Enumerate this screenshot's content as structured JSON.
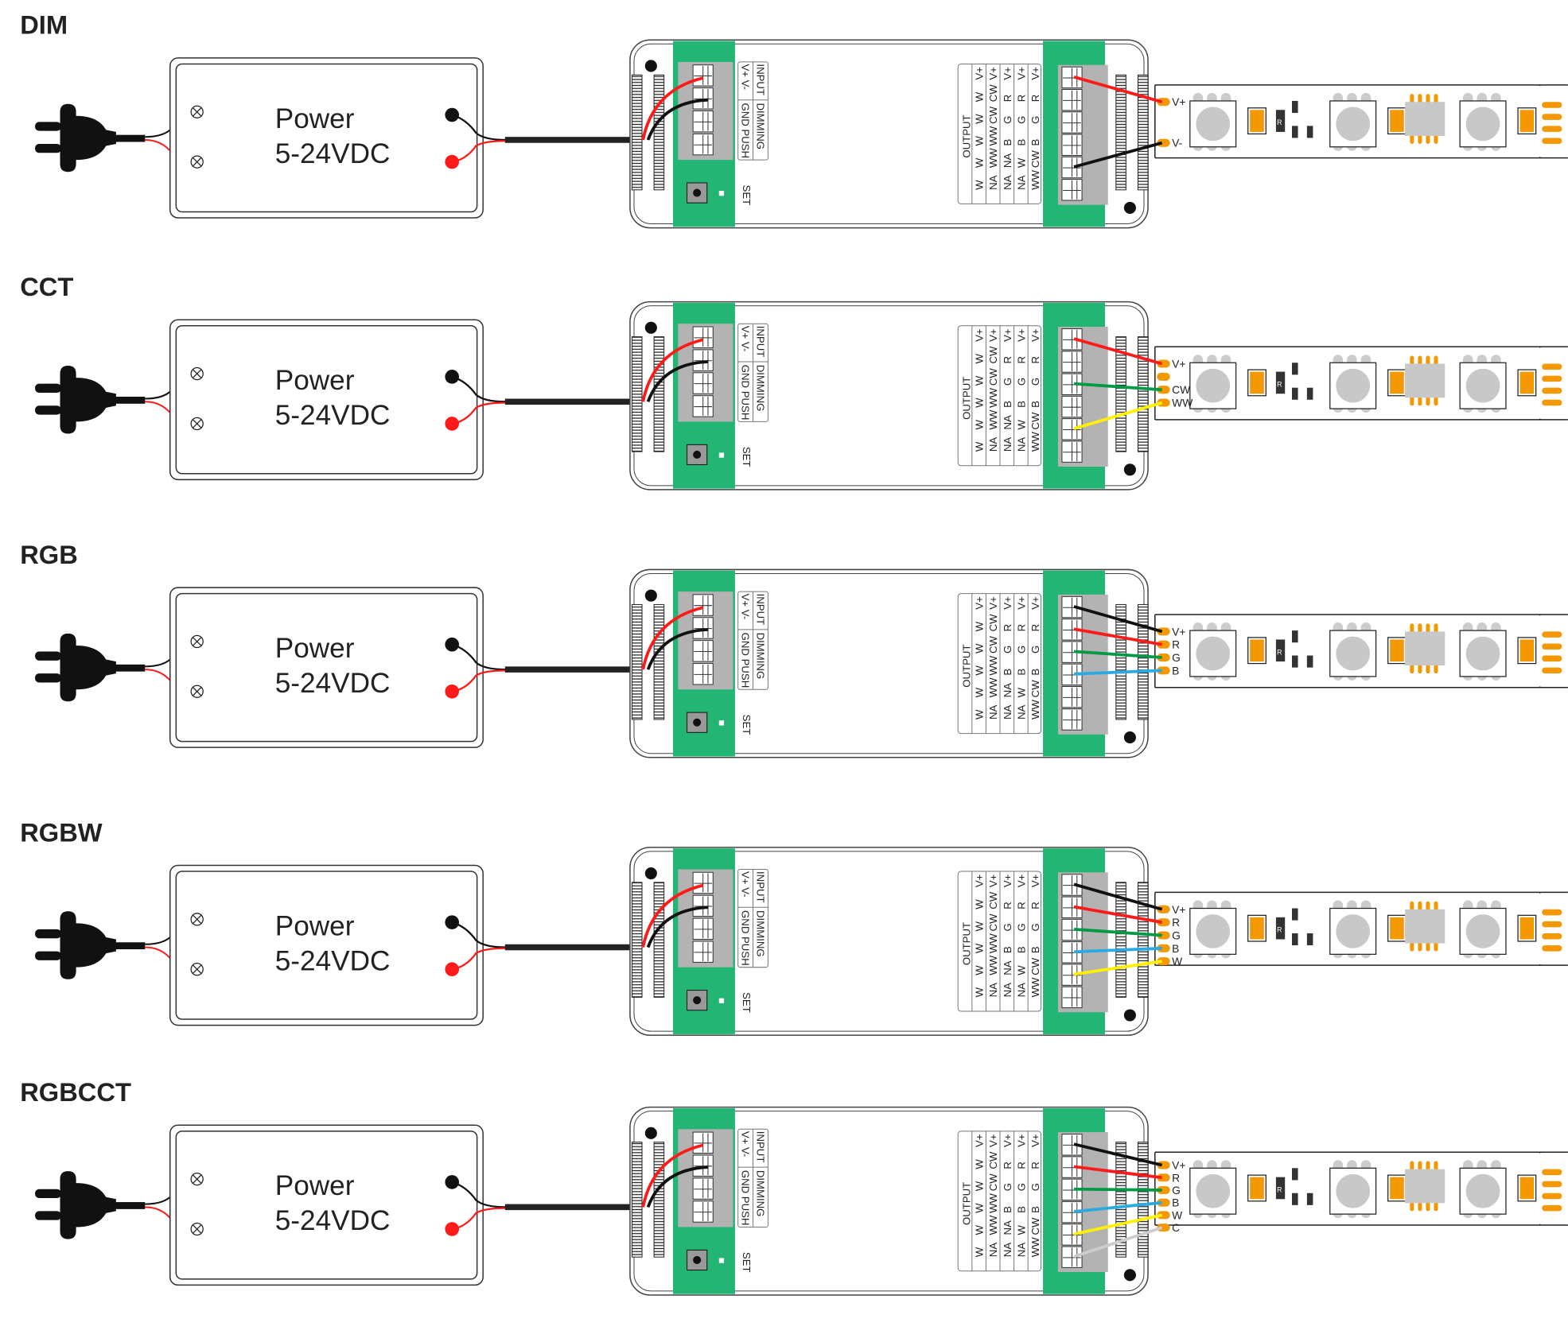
{
  "colors": {
    "green": "#22b573",
    "gray": "#b3b3b3",
    "orange": "#f39800",
    "red": "#ff1a1a",
    "black": "#111111",
    "wire_green": "#009944",
    "blue": "#29abe2",
    "yellow": "#fff100",
    "light_gray": "#cccccc"
  },
  "power": {
    "title": "Power",
    "voltage": "5-24VDC"
  },
  "controller": {
    "input_title": "INPUT",
    "input_pins": "V+  V-",
    "dimming_title": "DIMMING",
    "dimming_pins": "GND PUSH",
    "set_label": "SET",
    "output_title": "OUTPUT",
    "output_columns": [
      [
        "V+",
        "W",
        "W",
        "W",
        "W",
        "W"
      ],
      [
        "V+",
        "CW",
        "CW",
        "WW",
        "WW",
        "NA"
      ],
      [
        "V+",
        "R",
        "G",
        "B",
        "NA",
        "NA"
      ],
      [
        "V+",
        "R",
        "G",
        "B",
        "W",
        "NA"
      ],
      [
        "V+",
        "R",
        "G",
        "B",
        "CW",
        "WW"
      ]
    ]
  },
  "strip": {
    "resistor_label": "R"
  },
  "rows": [
    {
      "mode": "DIM",
      "pads": [
        {
          "label": "V+",
          "wire": "red",
          "terminal": 0
        },
        {
          "label": "V-",
          "wire": "black",
          "terminal": 4
        }
      ],
      "pad_layout": "dim"
    },
    {
      "mode": "CCT",
      "pads": [
        {
          "label": "V+",
          "wire": "red",
          "terminal": 0
        },
        {
          "label": "",
          "wire": "",
          "terminal": -1
        },
        {
          "label": "CW",
          "wire": "wire_green",
          "terminal": 2
        },
        {
          "label": "WW",
          "wire": "yellow",
          "terminal": 4
        }
      ]
    },
    {
      "mode": "RGB",
      "pads": [
        {
          "label": "V+",
          "wire": "black",
          "terminal": 0
        },
        {
          "label": "R",
          "wire": "red",
          "terminal": 1
        },
        {
          "label": "G",
          "wire": "wire_green",
          "terminal": 2
        },
        {
          "label": "B",
          "wire": "blue",
          "terminal": 3
        }
      ]
    },
    {
      "mode": "RGBW",
      "pads": [
        {
          "label": "V+",
          "wire": "black",
          "terminal": 0
        },
        {
          "label": "R",
          "wire": "red",
          "terminal": 1
        },
        {
          "label": "G",
          "wire": "wire_green",
          "terminal": 2
        },
        {
          "label": "B",
          "wire": "blue",
          "terminal": 3
        },
        {
          "label": "W",
          "wire": "yellow",
          "terminal": 4
        }
      ]
    },
    {
      "mode": "RGBCCT",
      "pads": [
        {
          "label": "V+",
          "wire": "black",
          "terminal": 0
        },
        {
          "label": "R",
          "wire": "red",
          "terminal": 1
        },
        {
          "label": "G",
          "wire": "wire_green",
          "terminal": 2
        },
        {
          "label": "B",
          "wire": "blue",
          "terminal": 3
        },
        {
          "label": "W",
          "wire": "yellow",
          "terminal": 4
        },
        {
          "label": "C",
          "wire": "light_gray",
          "terminal": 5
        }
      ]
    }
  ]
}
